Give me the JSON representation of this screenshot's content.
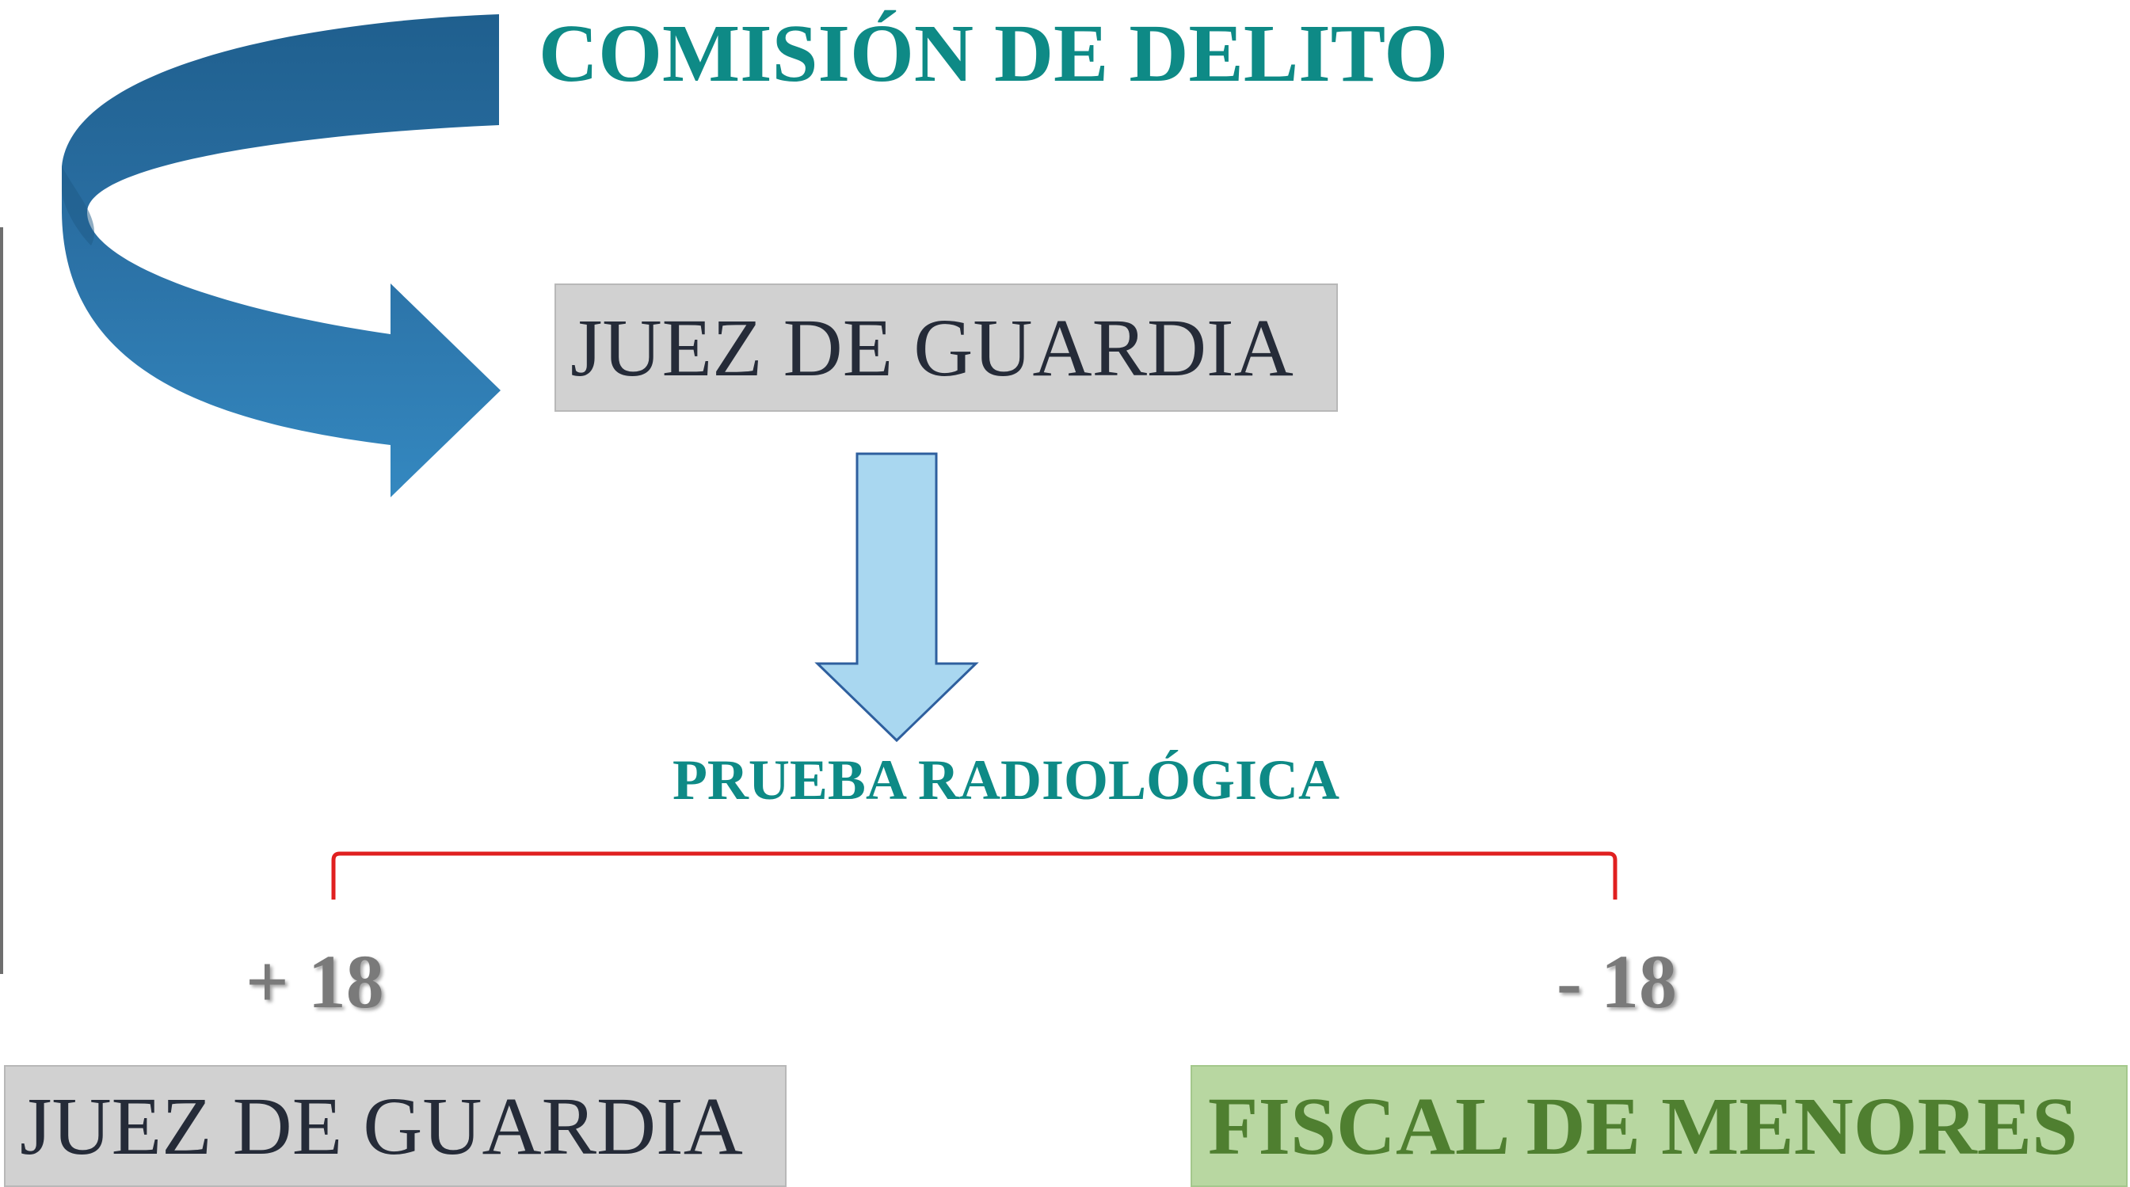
{
  "title": "COMISIÓN DE DELITO",
  "box_top": "JUEZ DE GUARDIA",
  "middle_label": "PRUEBA RADIOLÓGICA",
  "age_over": "+ 18",
  "age_under": "- 18",
  "box_bottom_left": "JUEZ DE GUARDIA",
  "box_bottom_right": "FISCAL DE MENORES",
  "colors": {
    "teal_text": "#0e8a86",
    "curved_arrow": "#2f7bb0",
    "down_arrow_fill": "#a9d7f0",
    "down_arrow_stroke": "#2e5f9e",
    "grey_box": "#d1d1d1",
    "green_box": "#b8d7a1",
    "green_text": "#4f7f30",
    "bracket": "#e02020"
  },
  "icons": [
    "curved-arrow-icon",
    "down-arrow-icon"
  ]
}
